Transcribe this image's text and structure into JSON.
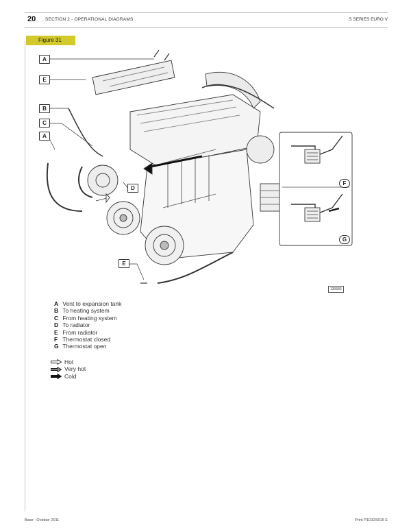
{
  "header": {
    "page_number": "20",
    "section": "SECTION 2 - OPERATIONAL DIAGRAMS",
    "series": "S SERIES EURO V"
  },
  "figure": {
    "label": "Figure 31",
    "number": "130683",
    "callouts": {
      "a_top": "A",
      "e_top": "E",
      "b": "B",
      "c": "C",
      "a_left": "A",
      "d": "D",
      "e_bottom": "E",
      "f": "F",
      "g": "G"
    }
  },
  "legend": [
    {
      "key": "A",
      "text": "Vent to expansion tank"
    },
    {
      "key": "B",
      "text": "To heating system"
    },
    {
      "key": "C",
      "text": "From heating system"
    },
    {
      "key": "D",
      "text": "To radiator"
    },
    {
      "key": "E",
      "text": "From radiator"
    },
    {
      "key": "F",
      "text": "Thermostat closed"
    },
    {
      "key": "G",
      "text": "Thermostat open"
    }
  ],
  "flow_key": [
    {
      "label": "Hot",
      "icon": "hollow-arrow-icon"
    },
    {
      "label": "Very hot",
      "icon": "hatched-arrow-icon"
    },
    {
      "label": "Cold",
      "icon": "solid-arrow-icon"
    }
  ],
  "footer": {
    "left": "Base - October 2011",
    "right": "Print P1D32S015 E"
  }
}
